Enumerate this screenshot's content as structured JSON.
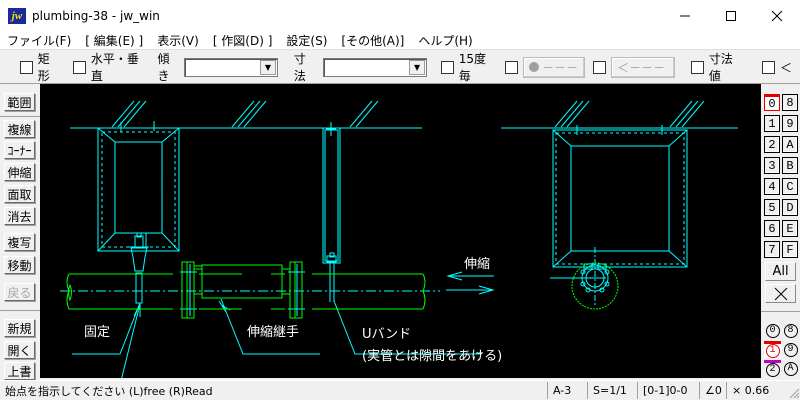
{
  "window": {
    "title": "plumbing-38 - jw_win",
    "app_icon": "jw",
    "controls": {
      "minimize": "minimize-icon",
      "maximize": "maximize-icon",
      "close": "close-icon"
    }
  },
  "menu": {
    "items": [
      {
        "label": "ファイル(F)"
      },
      {
        "label": "[ 編集(E) ]"
      },
      {
        "label": "表示(V)"
      },
      {
        "label": "[ 作図(D) ]"
      },
      {
        "label": "設定(S)"
      },
      {
        "label": "[その他(A)]"
      },
      {
        "label": "ヘルプ(H)"
      }
    ]
  },
  "toolbar": {
    "rect_label": "矩形",
    "hv_label": "水平・垂直",
    "tilt_label": "傾き",
    "tilt_value": "",
    "dim_label": "寸法",
    "dim_value": "",
    "deg15_label": "15度毎",
    "point_btn": "●－－－",
    "arrow_btn": "＜－－－",
    "dimval_label": "寸法値",
    "lt_label": "＜"
  },
  "left_tools": [
    {
      "label": "範囲",
      "enabled": true
    },
    {
      "label": "複線",
      "enabled": true
    },
    {
      "label": "ｺｰﾅｰ",
      "enabled": true
    },
    {
      "label": "伸縮",
      "enabled": true
    },
    {
      "label": "面取",
      "enabled": true
    },
    {
      "label": "消去",
      "enabled": true
    },
    {
      "label": "複写",
      "enabled": true
    },
    {
      "label": "移動",
      "enabled": true
    },
    {
      "label": "戻る",
      "enabled": false
    },
    {
      "label": "新規",
      "enabled": true
    },
    {
      "label": "開く",
      "enabled": true
    },
    {
      "label": "上書",
      "enabled": true
    }
  ],
  "layers": {
    "left": [
      "0",
      "1",
      "2",
      "3",
      "4",
      "5",
      "6",
      "7"
    ],
    "right": [
      "8",
      "9",
      "A",
      "B",
      "C",
      "D",
      "E",
      "F"
    ],
    "active": "0",
    "all_label": "All",
    "cross_label": "✕"
  },
  "layer_groups": {
    "left": [
      "0",
      "1",
      "2"
    ],
    "right": [
      "8",
      "9",
      "A"
    ],
    "active": "1"
  },
  "drawing": {
    "labels": {
      "fixed": "固定",
      "expansion_joint": "伸縮継手",
      "u_band": "Uバンド",
      "u_band_note": "(実管とは隙間をあける)",
      "expansion": "伸縮"
    },
    "colors": {
      "background": "#000000",
      "cyan": "#00ffff",
      "green": "#00ff00",
      "text": "#ffffff"
    }
  },
  "status": {
    "message": "始点を指示してください (L)free (R)Read",
    "paper": "A-3",
    "scale": "S=1/1",
    "layer": "[0-1]0-0",
    "angle": "∠0",
    "zoom": "× 0.66"
  }
}
